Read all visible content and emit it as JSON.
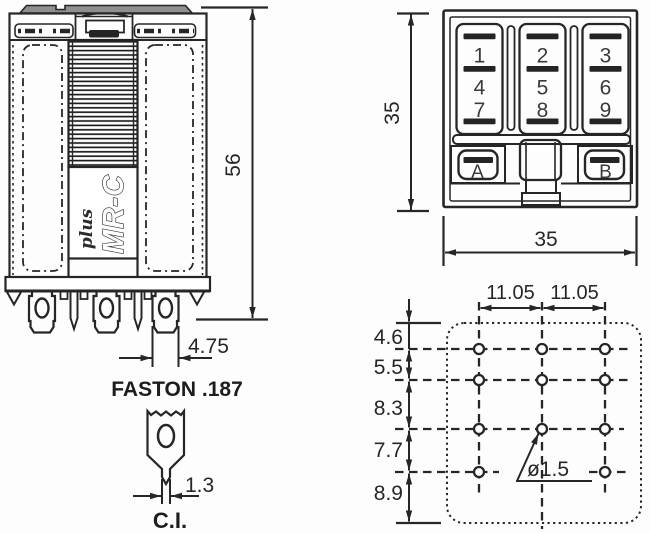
{
  "side_view": {
    "brand": "MR-C",
    "brand_suffix": "plus",
    "height_dim": "56",
    "tab_width_dim": "4.75",
    "tab_type_label": "FASTON .187"
  },
  "ci_pin": {
    "width_dim": "1.3",
    "label": "C.I."
  },
  "bottom_view": {
    "width_dim": "35",
    "height_dim": "35",
    "terminals": [
      "1",
      "2",
      "3",
      "4",
      "5",
      "6",
      "7",
      "8",
      "9"
    ],
    "coil_terminals": [
      "A",
      "B"
    ]
  },
  "drill_plan": {
    "col_dims": [
      "11.05",
      "11.05"
    ],
    "row_dims": [
      "4.6",
      "5.5",
      "8.3",
      "7.7",
      "8.9"
    ],
    "hole_dia_dim": "ø1.5"
  },
  "colors": {
    "line": "#262626",
    "cap": "#8d8f91",
    "slot": "#242424"
  }
}
